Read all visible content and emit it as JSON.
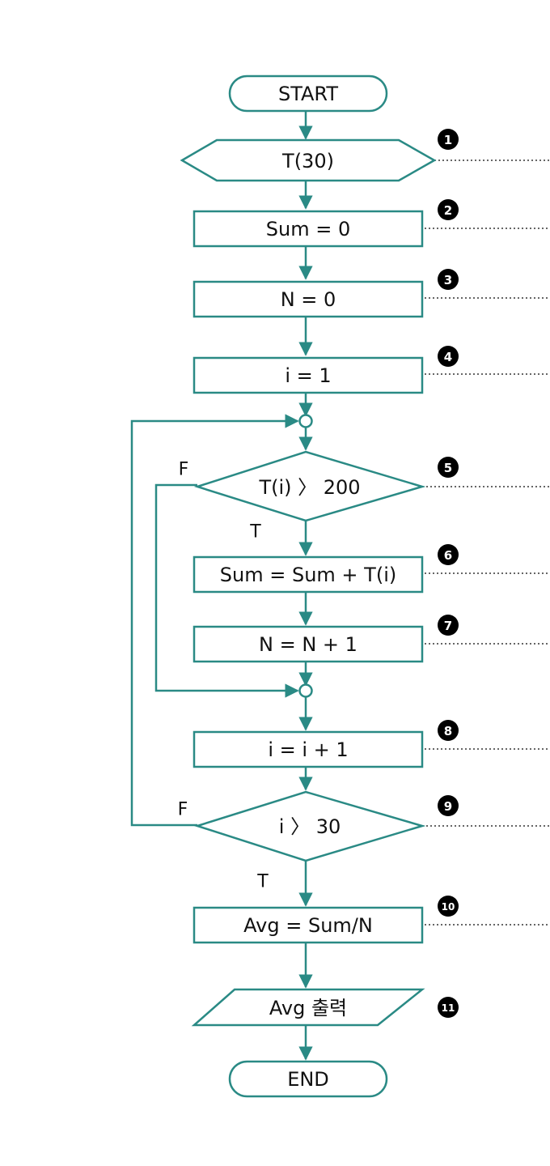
{
  "colors": {
    "stroke": "#2a8a85",
    "text": "#111111",
    "badge": "#000000",
    "leader": "#333333"
  },
  "nodes": {
    "start": "START",
    "input": "T(30)",
    "sum_init": "Sum = 0",
    "n_init": "N = 0",
    "i_init": "i = 1",
    "cond_t": "T(i) 〉 200",
    "sum_add": "Sum = Sum + T(i)",
    "n_inc": "N = N + 1",
    "i_inc": "i = i + 1",
    "cond_i": "i 〉 30",
    "avg_calc": "Avg = Sum/N",
    "output": "Avg 출력",
    "end": "END"
  },
  "edge_labels": {
    "cond_t_false": "F",
    "cond_t_true": "T",
    "cond_i_false": "F",
    "cond_i_true": "T"
  },
  "steps": [
    "1",
    "2",
    "3",
    "4",
    "5",
    "6",
    "7",
    "8",
    "9",
    "10",
    "11"
  ]
}
